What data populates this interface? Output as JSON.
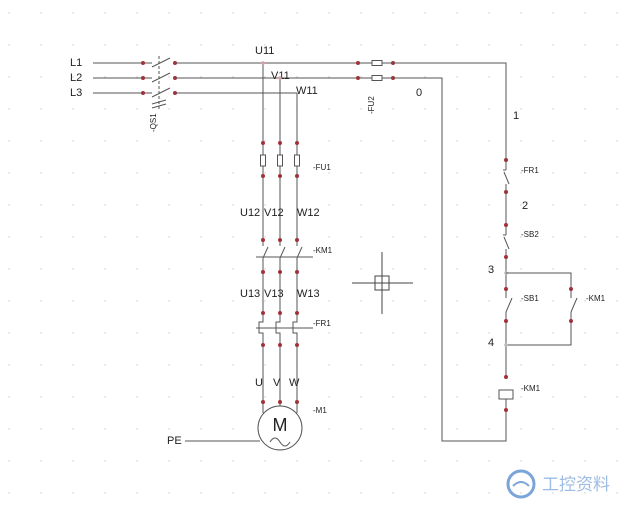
{
  "lines": {
    "l1": "L1",
    "l2": "L2",
    "l3": "L3",
    "pe": "PE"
  },
  "nodes": {
    "u11": "U11",
    "v11": "V11",
    "w11": "W11",
    "zero": "0",
    "u12": "U12",
    "v12": "V12",
    "w12": "W12",
    "u13": "U13",
    "v13": "V13",
    "w13": "W13",
    "u": "U",
    "v": "V",
    "w": "W",
    "n1": "1",
    "n2": "2",
    "n3": "3",
    "n4": "4"
  },
  "components": {
    "qs1": "-QS1",
    "fu2": "-FU2",
    "fu1": "-FU1",
    "km1_main": "-KM1",
    "fr1_main": "-FR1",
    "m1": "-M1",
    "motor_letter": "M",
    "fr1_ctrl": "-FR1",
    "sb2": "-SB2",
    "sb1": "-SB1",
    "km1_aux": "-KM1",
    "km1_coil": "-KM1"
  },
  "watermark": {
    "text": "工控资料"
  },
  "colors": {
    "wire": "#555555",
    "terminal": "#a0333a",
    "grid": "#c8c8c8"
  }
}
